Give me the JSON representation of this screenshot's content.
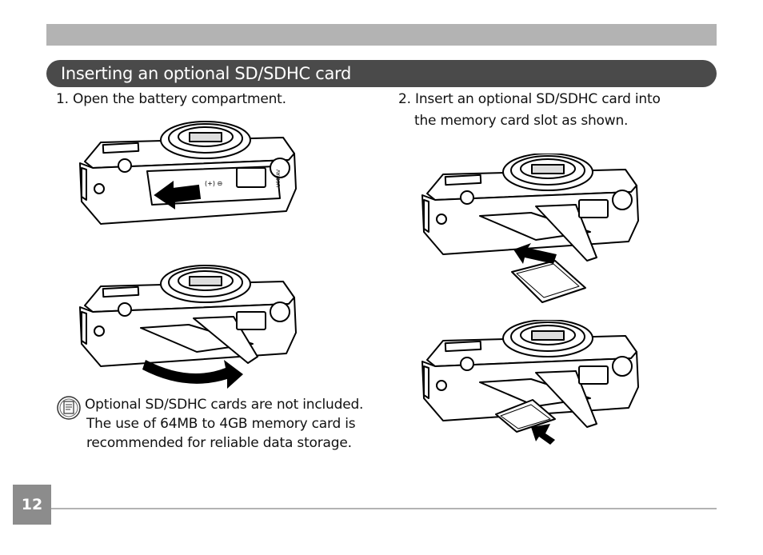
{
  "section": {
    "title": "Inserting an optional SD/SDHC card"
  },
  "steps": [
    {
      "text": "1. Open the battery compartment."
    },
    {
      "line1": "2. Insert an optional SD/SDHC card into",
      "line2": "the memory card slot as shown."
    }
  ],
  "note": {
    "icon": "note-icon",
    "lines": [
      "Optional SD/SDHC cards are not included.",
      "The use of 64MB to 4GB memory card is",
      "recommended for reliable data storage."
    ]
  },
  "camera_labels": {
    "port": "USB/AV",
    "battery_symbol": "(+) ⊖"
  },
  "page": {
    "number": "12"
  },
  "colors": {
    "header_bg": "#4a4a4a",
    "top_bar": "#b3b3b3",
    "page_box": "#8c8c8c"
  }
}
